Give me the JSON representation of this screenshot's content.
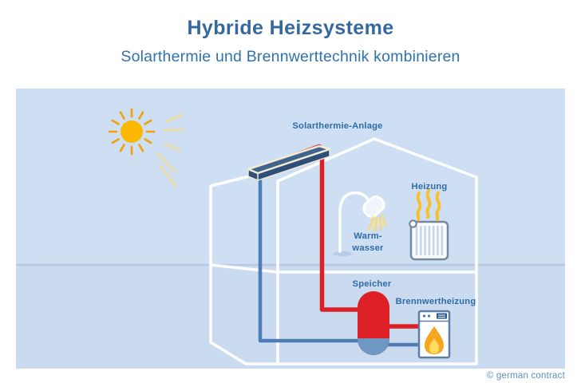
{
  "header": {
    "title": "Hybride Heizsysteme",
    "subtitle": "Solarthermie und Brennwerttechnik kombinieren"
  },
  "diagram": {
    "solar_label": "Solarthermie-Anlage",
    "heating_label": "Heizung",
    "hot_water_line1": "Warm-",
    "hot_water_line2": "wasser",
    "storage_label": "Speicher",
    "boiler_label": "Brennwertheizung",
    "icons": [
      "sun-icon",
      "solar-panel-icon",
      "shower-icon",
      "radiator-icon",
      "heat-waves-icon",
      "storage-tank-icon",
      "boiler-icon",
      "flame-icon",
      "house-outline"
    ]
  },
  "footer": {
    "credit": "© german contract"
  },
  "colors": {
    "title-blue": "#35689E",
    "subtitle-blue": "#2F72AC",
    "label-blue": "#2D6CA8",
    "accent-red": "#DC2026",
    "pipe-blue": "#4E7CB4",
    "tank-blue": "#6E97C3",
    "canvas-blue": "#CEDFF3",
    "sun-gold": "#FBB800",
    "flame-orange": "#F6A71F",
    "flame-yellow": "#FFDC60",
    "credit-blue": "#5E8FC5"
  }
}
